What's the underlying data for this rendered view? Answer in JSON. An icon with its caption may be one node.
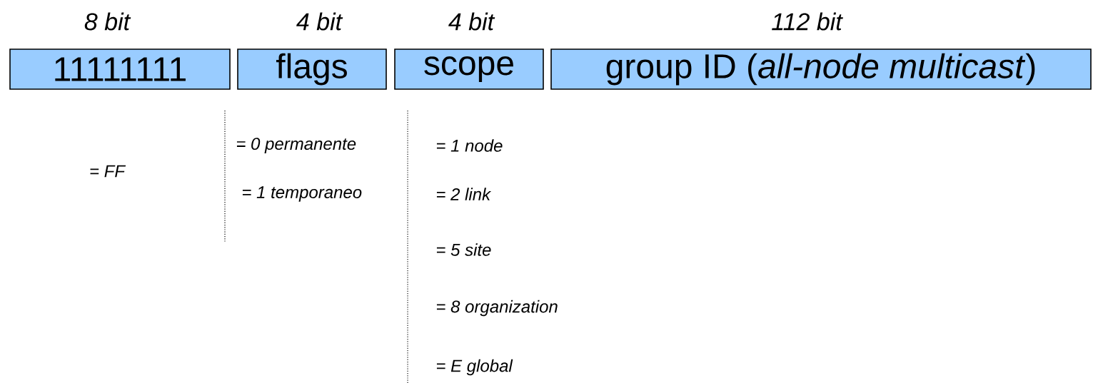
{
  "diagram": {
    "nodes": [
      {
        "text": [
          "11111111"
        ],
        "beside": [
          "8 bit"
        ]
      },
      {
        "text": [
          "flags"
        ],
        "beside": [
          "4 bit"
        ]
      },
      {
        "text": [
          "scope"
        ],
        "beside": [
          "4 bit"
        ]
      },
      {
        "text": [
          "group ID (*all-node multicast*)"
        ],
        "beside": [
          "112 bit"
        ]
      }
    ],
    "labels": [
      "= FF",
      "= 0 permanente",
      "= 1 temporaneo",
      "= 1 node",
      "= 2 link",
      "= 5 site",
      "= 8 organization",
      "= E global"
    ]
  }
}
